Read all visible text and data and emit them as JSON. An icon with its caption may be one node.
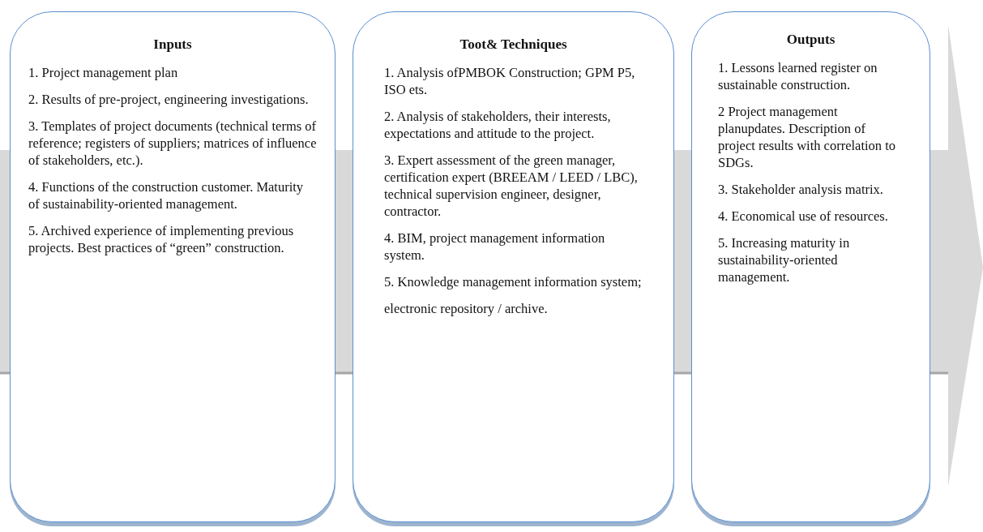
{
  "diagram": {
    "nodes": [
      {
        "text": [
          "Inputs",
          "1. Project management plan",
          "2. Results of pre-project, engineering investigations.",
          "3. Templates of project documents (technical terms of reference; registers of suppliers; matrices of influence of stakeholders, etc.).",
          "4. Functions of the construction customer. Maturity of sustainability-oriented management.",
          "5. Archived experience of implementing previous projects. Best practices of “green” construction."
        ]
      },
      {
        "text": [
          "Toot& Techniques",
          "1. Analysis ofPMBOK Construction; GPM P5, ISO ets.",
          "2. Analysis of stakeholders, their interests, expectations and attitude to the project.",
          "3. Expert assessment of the green manager, certification expert (BREEAM / LEED / LBC), technical supervision engineer, designer, contractor.",
          "4. BIM, project management information system.",
          "5. Knowledge management information system;",
          "electronic repository / archive."
        ]
      },
      {
        "text": [
          "Outputs",
          "1. Lessons learned register on sustainable construction.",
          "2 Project management planupdates. Description of project results with correlation to SDGs.",
          "3. Stakeholder analysis matrix.",
          "4. Economical use of resources.",
          "5. Increasing maturity in sustainability-oriented management."
        ]
      }
    ]
  }
}
